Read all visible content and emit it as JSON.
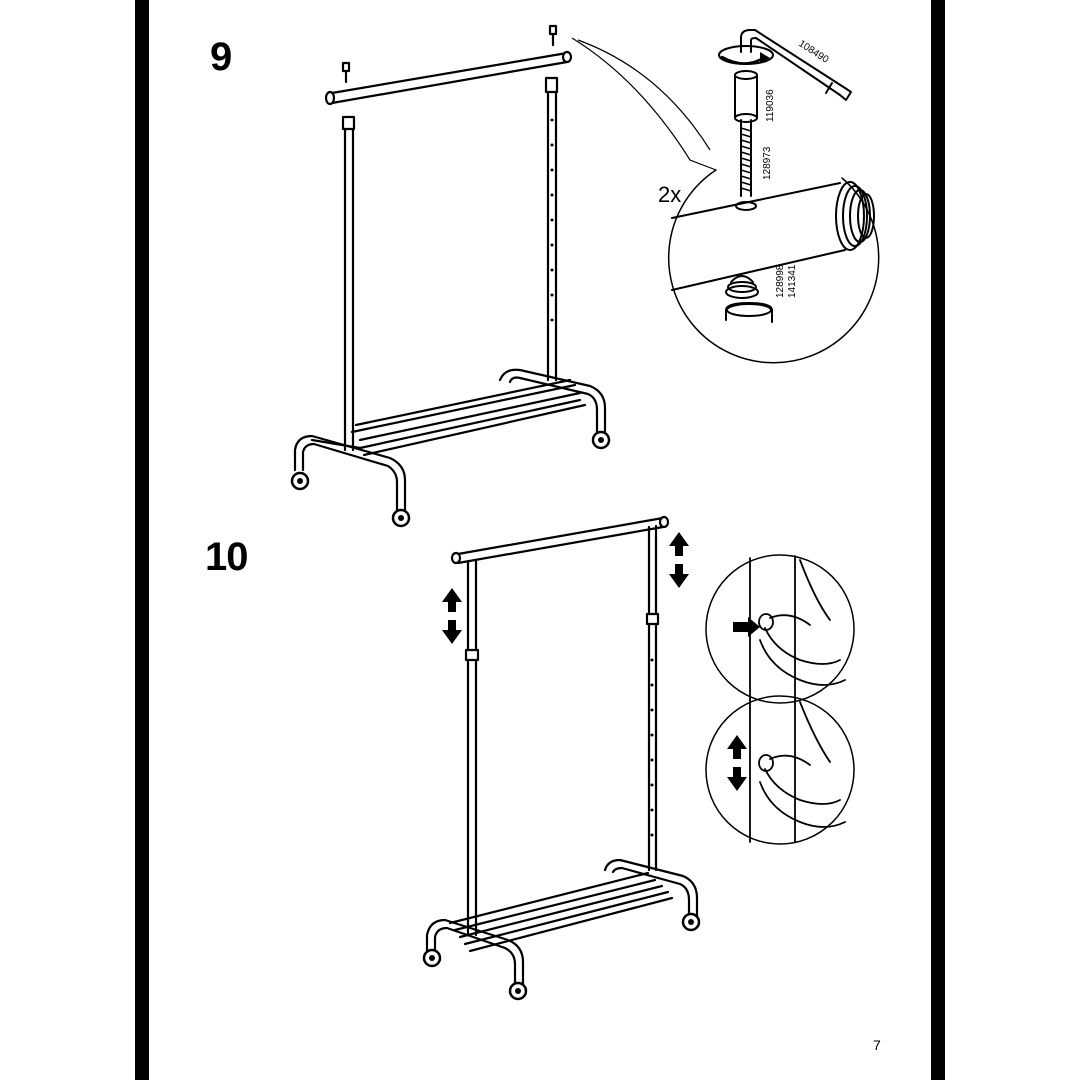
{
  "steps": [
    {
      "number": "9",
      "quantity": "2x",
      "part_numbers": [
        "108490",
        "119036",
        "128973",
        "128998",
        "141341"
      ]
    },
    {
      "number": "10"
    }
  ],
  "page_number": "7",
  "icons": [
    "allen-key-icon",
    "screw-icon",
    "push-arrow-icon",
    "up-down-arrow-icon"
  ]
}
